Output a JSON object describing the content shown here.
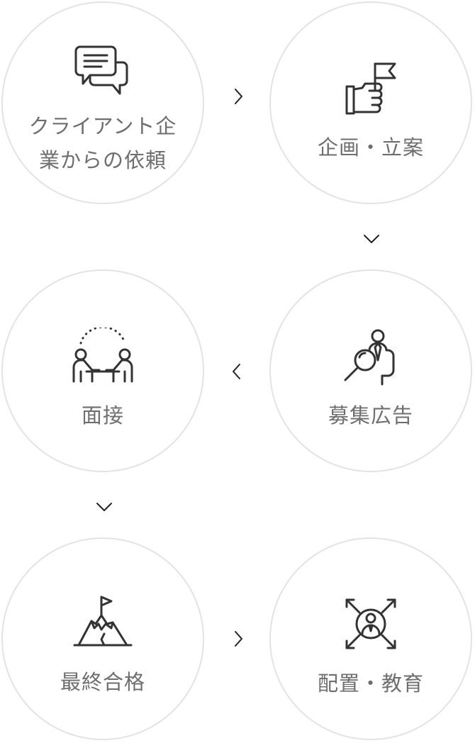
{
  "steps": [
    {
      "label": "クライアント企業からの依頼",
      "icon": "chat-bubbles-icon"
    },
    {
      "label": "企画・立案",
      "icon": "hand-flag-icon"
    },
    {
      "label": "募集広告",
      "icon": "magnifier-person-icon"
    },
    {
      "label": "面接",
      "icon": "interview-icon"
    },
    {
      "label": "最終合格",
      "icon": "mountain-flag-icon"
    },
    {
      "label": "配置・教育",
      "icon": "person-arrows-icon"
    }
  ],
  "arrows": [
    "chevron-right-icon",
    "chevron-down-icon",
    "chevron-left-icon",
    "chevron-down-icon",
    "chevron-right-icon"
  ],
  "colors": {
    "circle_border": "#e3e3e3",
    "label": "#6e6e6e",
    "icon_stroke": "#333333"
  }
}
